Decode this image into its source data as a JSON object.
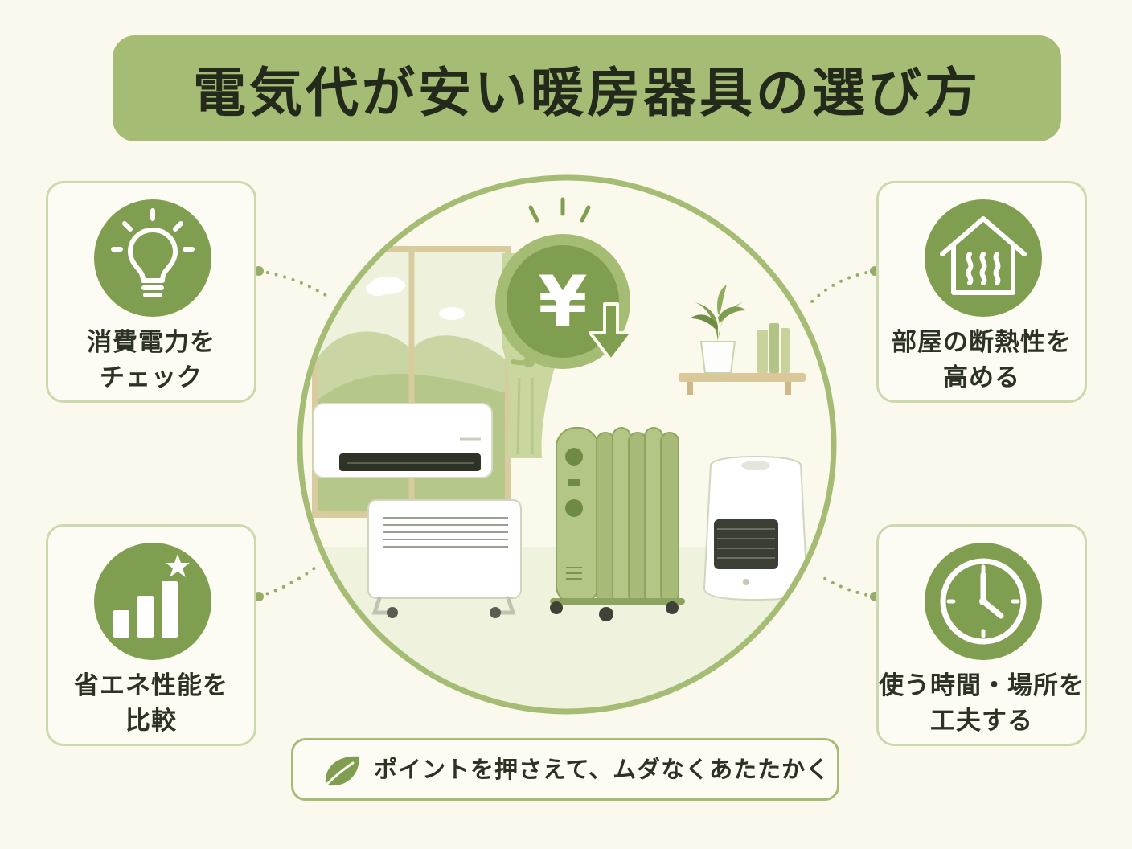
{
  "title": "電気代が安い暖房器具の選び方",
  "cards": {
    "top_left": {
      "line1": "消費電力を",
      "line2": "チェック",
      "icon": "lightbulb-icon"
    },
    "bottom_left": {
      "line1": "省エネ性能を",
      "line2": "比較",
      "icon": "bar-chart-star-icon"
    },
    "top_right": {
      "line1": "部屋の断熱性を",
      "line2": "高める",
      "icon": "house-heat-icon"
    },
    "bottom_right": {
      "line1": "使う時間・場所を",
      "line2": "工夫する",
      "icon": "clock-icon"
    }
  },
  "center": {
    "yen_symbol": "¥",
    "icon": "yen-down-icon"
  },
  "footer": {
    "text": "ポイントを押さえて、ムダなくあたたかく",
    "icon": "leaf-icon"
  },
  "colors": {
    "accent": "#7f9e4f",
    "banner": "#a5bc74",
    "background": "#fbf9ee",
    "border": "#cbd9ad",
    "text": "#232a1c"
  }
}
